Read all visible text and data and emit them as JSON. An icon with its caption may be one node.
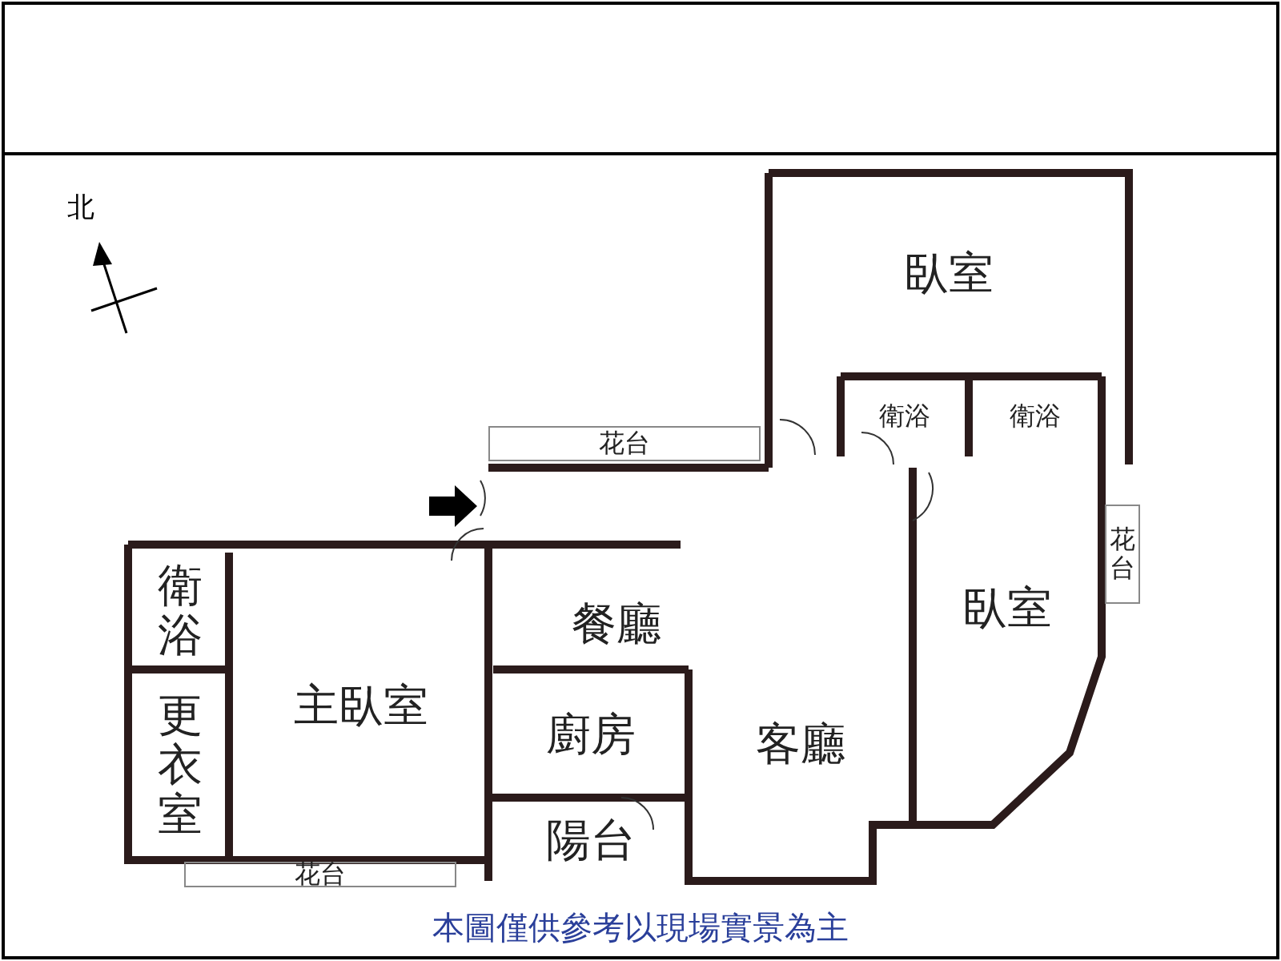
{
  "diagram": {
    "caption": "本圖僅供參考以現場實景為主",
    "nodes": [
      {
        "text": [
          "臥室"
        ]
      },
      {
        "text": [
          "衛浴"
        ]
      },
      {
        "text": [
          "衛浴"
        ]
      },
      {
        "text": [
          "花台"
        ]
      },
      {
        "text": [
          "花台"
        ]
      },
      {
        "text": [
          "臥室"
        ]
      },
      {
        "text": [
          "衛浴"
        ]
      },
      {
        "text": [
          "餐廳"
        ]
      },
      {
        "text": [
          "主臥室"
        ]
      },
      {
        "text": [
          "客廳"
        ]
      },
      {
        "text": [
          "更衣室"
        ]
      },
      {
        "text": [
          "廚房"
        ]
      },
      {
        "text": [
          "陽台"
        ]
      },
      {
        "text": [
          "花台"
        ]
      }
    ],
    "edges": [],
    "labels": [
      "北"
    ]
  }
}
